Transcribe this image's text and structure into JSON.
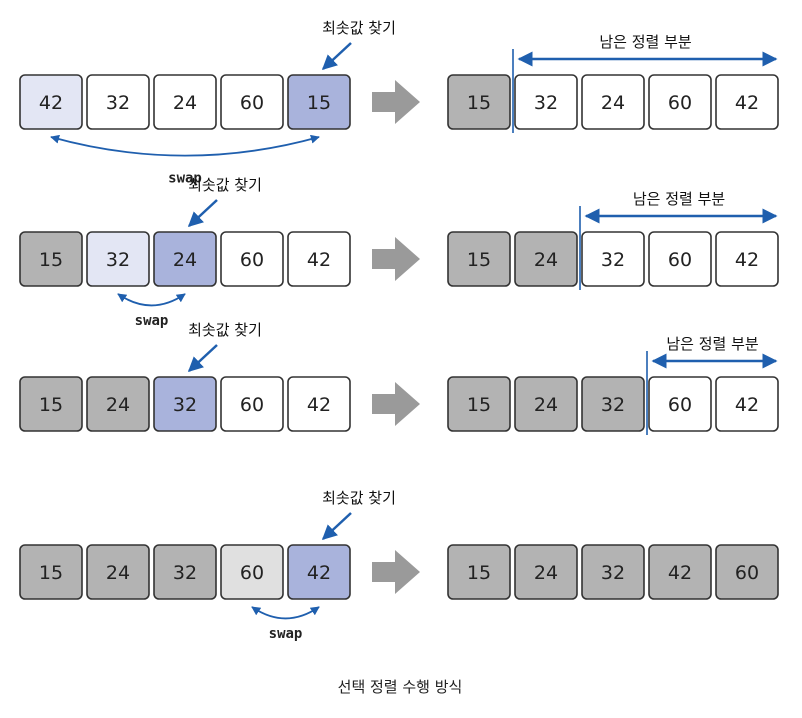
{
  "caption": "선택 정렬 수행 방식",
  "colors": {
    "sorted": "#b3b3b3",
    "min": "#a9b3dc",
    "swap_partner": "#e3e6f4",
    "swap_partner_sorted": "#e0e0e0",
    "unsorted": "#ffffff",
    "accent_blue": "#1f5fae",
    "flow_arrow": "#9a9a9a"
  },
  "rows": [
    {
      "find_min_label": "최솟값 찾기",
      "swap_label": "swap",
      "remaining_label": "남은 정렬 부분",
      "before": [
        {
          "value": "42",
          "state": "swap_partner"
        },
        {
          "value": "32",
          "state": "unsorted"
        },
        {
          "value": "24",
          "state": "unsorted"
        },
        {
          "value": "60",
          "state": "unsorted"
        },
        {
          "value": "15",
          "state": "min"
        }
      ],
      "after": [
        {
          "value": "15",
          "state": "sorted"
        },
        {
          "value": "32",
          "state": "unsorted"
        },
        {
          "value": "24",
          "state": "unsorted"
        },
        {
          "value": "60",
          "state": "unsorted"
        },
        {
          "value": "42",
          "state": "unsorted"
        }
      ]
    },
    {
      "find_min_label": "최솟값 찾기",
      "swap_label": "swap",
      "remaining_label": "남은 정렬 부분",
      "before": [
        {
          "value": "15",
          "state": "sorted"
        },
        {
          "value": "32",
          "state": "swap_partner"
        },
        {
          "value": "24",
          "state": "min"
        },
        {
          "value": "60",
          "state": "unsorted"
        },
        {
          "value": "42",
          "state": "unsorted"
        }
      ],
      "after": [
        {
          "value": "15",
          "state": "sorted"
        },
        {
          "value": "24",
          "state": "sorted"
        },
        {
          "value": "32",
          "state": "unsorted"
        },
        {
          "value": "60",
          "state": "unsorted"
        },
        {
          "value": "42",
          "state": "unsorted"
        }
      ]
    },
    {
      "find_min_label": "최솟값 찾기",
      "swap_label": "",
      "remaining_label": "남은 정렬 부분",
      "before": [
        {
          "value": "15",
          "state": "sorted"
        },
        {
          "value": "24",
          "state": "sorted"
        },
        {
          "value": "32",
          "state": "min"
        },
        {
          "value": "60",
          "state": "unsorted"
        },
        {
          "value": "42",
          "state": "unsorted"
        }
      ],
      "after": [
        {
          "value": "15",
          "state": "sorted"
        },
        {
          "value": "24",
          "state": "sorted"
        },
        {
          "value": "32",
          "state": "sorted"
        },
        {
          "value": "60",
          "state": "unsorted"
        },
        {
          "value": "42",
          "state": "unsorted"
        }
      ]
    },
    {
      "find_min_label": "최솟값 찾기",
      "swap_label": "swap",
      "remaining_label": "",
      "before": [
        {
          "value": "15",
          "state": "sorted"
        },
        {
          "value": "24",
          "state": "sorted"
        },
        {
          "value": "32",
          "state": "sorted"
        },
        {
          "value": "60",
          "state": "swap_partner_sorted"
        },
        {
          "value": "42",
          "state": "min"
        }
      ],
      "after": [
        {
          "value": "15",
          "state": "sorted"
        },
        {
          "value": "24",
          "state": "sorted"
        },
        {
          "value": "32",
          "state": "sorted"
        },
        {
          "value": "42",
          "state": "sorted"
        },
        {
          "value": "60",
          "state": "sorted"
        }
      ]
    }
  ]
}
